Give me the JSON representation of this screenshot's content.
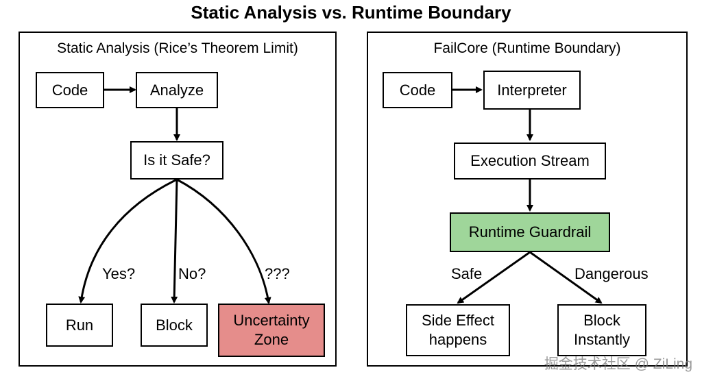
{
  "title": "Static Analysis vs. Runtime Boundary",
  "left_panel": {
    "title": "Static Analysis (Rice’s Theorem Limit)",
    "nodes": {
      "code": "Code",
      "analyze": "Analyze",
      "is_safe": "Is it Safe?",
      "run": "Run",
      "block": "Block",
      "uncertainty": "Uncertainty\nZone"
    },
    "edges": {
      "yes": "Yes?",
      "no": "No?",
      "unknown": "???"
    }
  },
  "right_panel": {
    "title": "FailCore (Runtime Boundary)",
    "nodes": {
      "code": "Code",
      "interpreter": "Interpreter",
      "execution_stream": "Execution Stream",
      "runtime_guardrail": "Runtime Guardrail",
      "side_effect": "Side Effect\nhappens",
      "block_instantly": "Block\nInstantly"
    },
    "edges": {
      "safe": "Safe",
      "dangerous": "Dangerous"
    }
  },
  "colors": {
    "uncertainty_fill": "#e58d8b",
    "guardrail_fill": "#9fd69a"
  },
  "watermark": "掘金技术社区 @ ZiLing"
}
